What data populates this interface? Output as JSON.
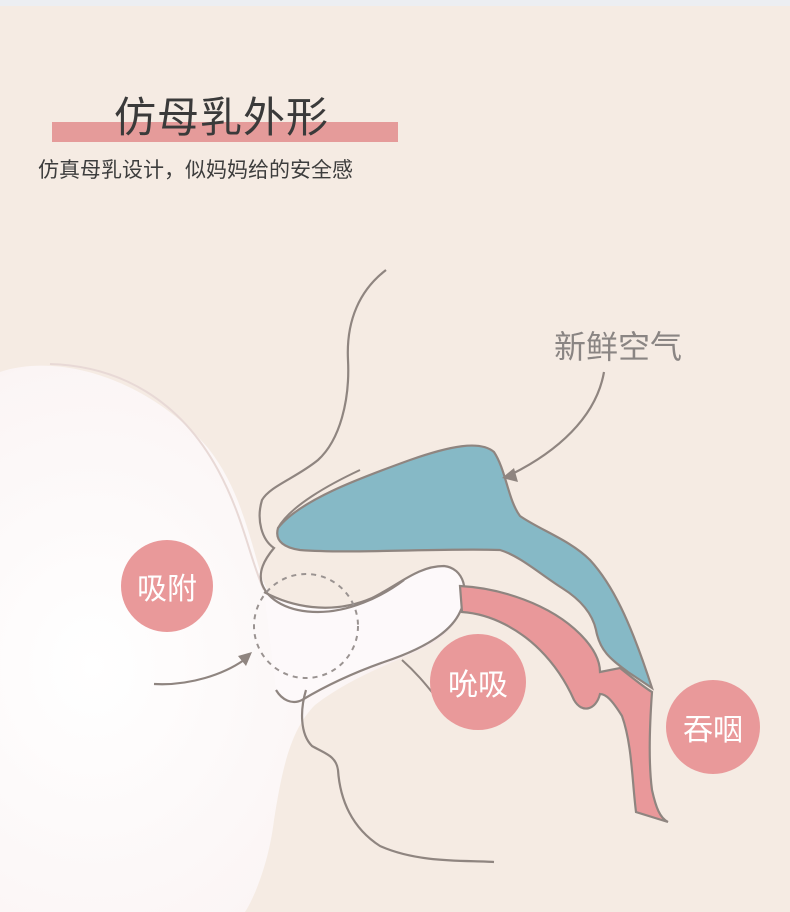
{
  "header": {
    "title": "仿母乳外形",
    "subtitle": "仿真母乳设计，似妈妈给的安全感"
  },
  "labels": {
    "fresh_air": "新鲜空气",
    "latch": "吸附",
    "suck": "吮吸",
    "swallow": "吞咽"
  },
  "colors": {
    "background": "#f5ebe3",
    "accent_pink": "#e59b9a",
    "airway_blue": "#86b9c6",
    "throat_pink": "#e9989a",
    "outline": "#8f8580",
    "nipple_white": "#fdf9fa"
  }
}
